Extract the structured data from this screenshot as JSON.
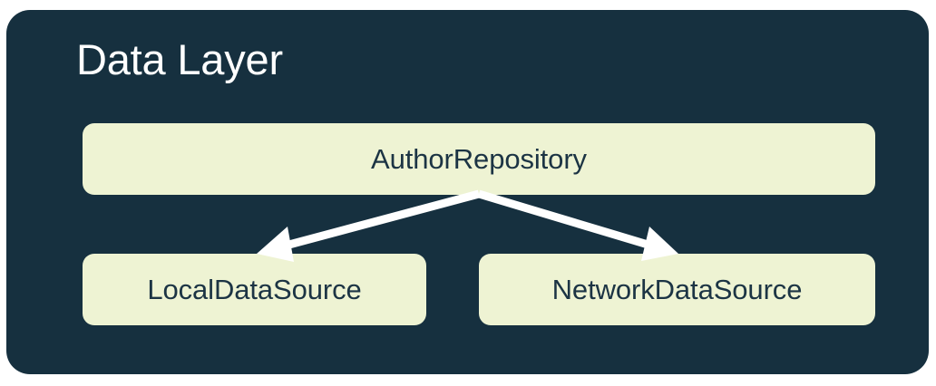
{
  "diagram": {
    "title": "Data Layer",
    "panel_color": "#16303F",
    "node_color": "#EEF3D3",
    "node_text_color": "#1C3444",
    "title_color": "#FFFFFF",
    "arrow_color": "#FFFFFF",
    "nodes": [
      {
        "id": "author-repository",
        "label": "AuthorRepository",
        "row": "top"
      },
      {
        "id": "local-data-source",
        "label": "LocalDataSource",
        "row": "bottom"
      },
      {
        "id": "network-data-source",
        "label": "NetworkDataSource",
        "row": "bottom"
      }
    ],
    "edges": [
      {
        "from": "author-repository",
        "to": "local-data-source",
        "style": "arrow"
      },
      {
        "from": "author-repository",
        "to": "network-data-source",
        "style": "arrow"
      }
    ]
  }
}
